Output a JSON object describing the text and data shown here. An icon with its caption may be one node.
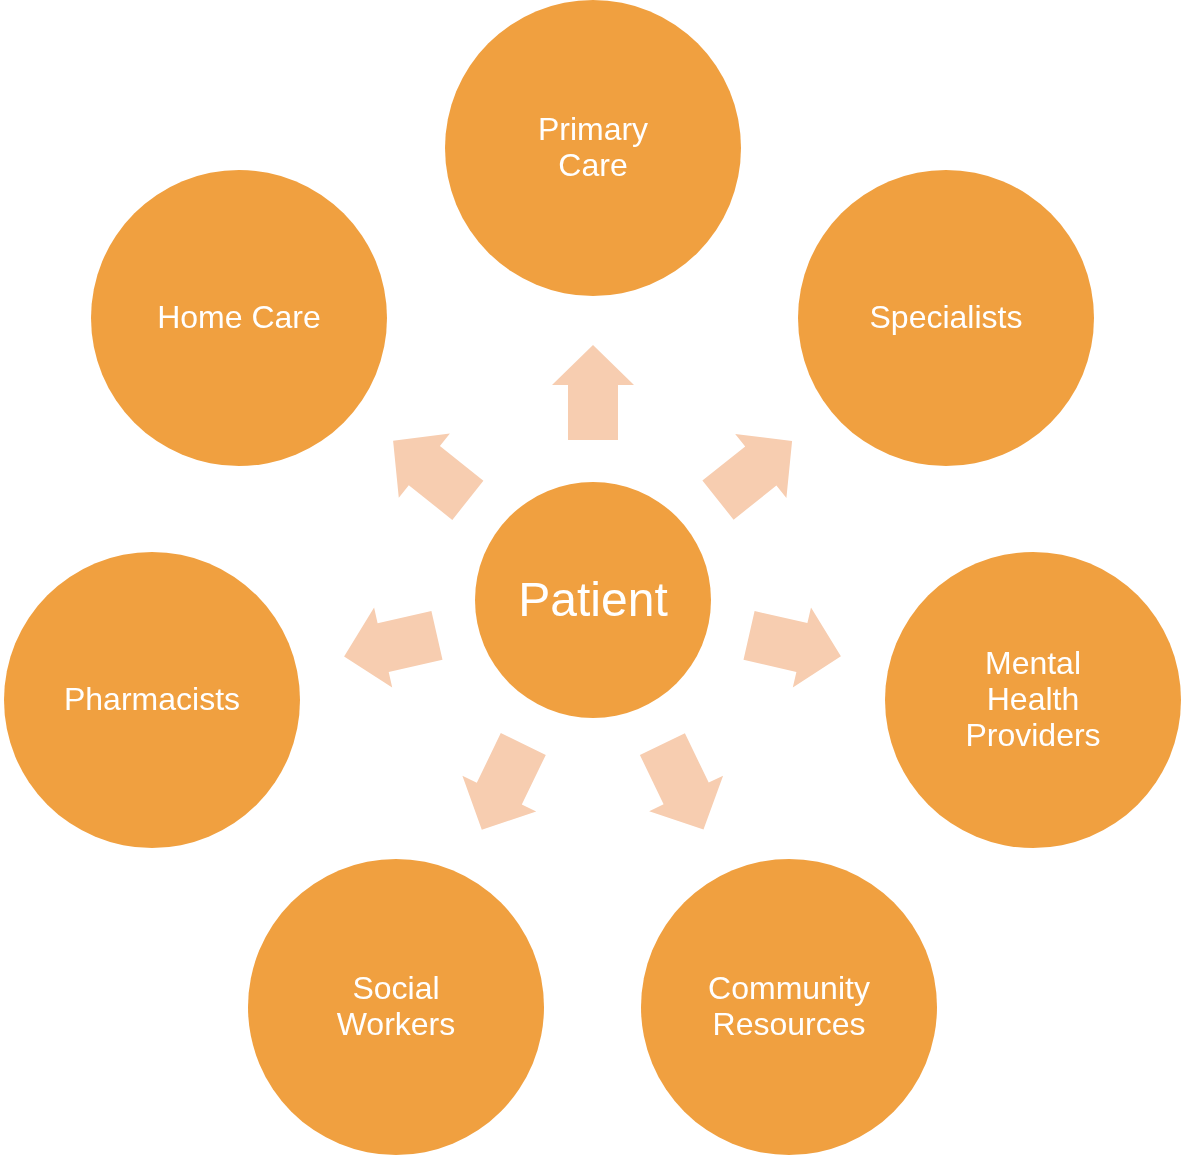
{
  "diagram": {
    "nodes": [
      {
        "text": [
          "Patient"
        ]
      },
      {
        "text": [
          "Primary Care"
        ]
      },
      {
        "text": [
          "Specialists"
        ]
      },
      {
        "text": [
          "Mental Health Providers"
        ]
      },
      {
        "text": [
          "Community Resources"
        ]
      },
      {
        "text": [
          "Social Workers"
        ]
      },
      {
        "text": [
          "Pharmacists"
        ]
      },
      {
        "text": [
          "Home Care"
        ]
      }
    ],
    "edges": [
      {
        "from": 0,
        "to": 1,
        "arrow": "to"
      },
      {
        "from": 0,
        "to": 2,
        "arrow": "to"
      },
      {
        "from": 0,
        "to": 3,
        "arrow": "to"
      },
      {
        "from": 0,
        "to": 4,
        "arrow": "to"
      },
      {
        "from": 0,
        "to": 5,
        "arrow": "to"
      },
      {
        "from": 0,
        "to": 6,
        "arrow": "to"
      },
      {
        "from": 0,
        "to": 7,
        "arrow": "to"
      }
    ]
  }
}
